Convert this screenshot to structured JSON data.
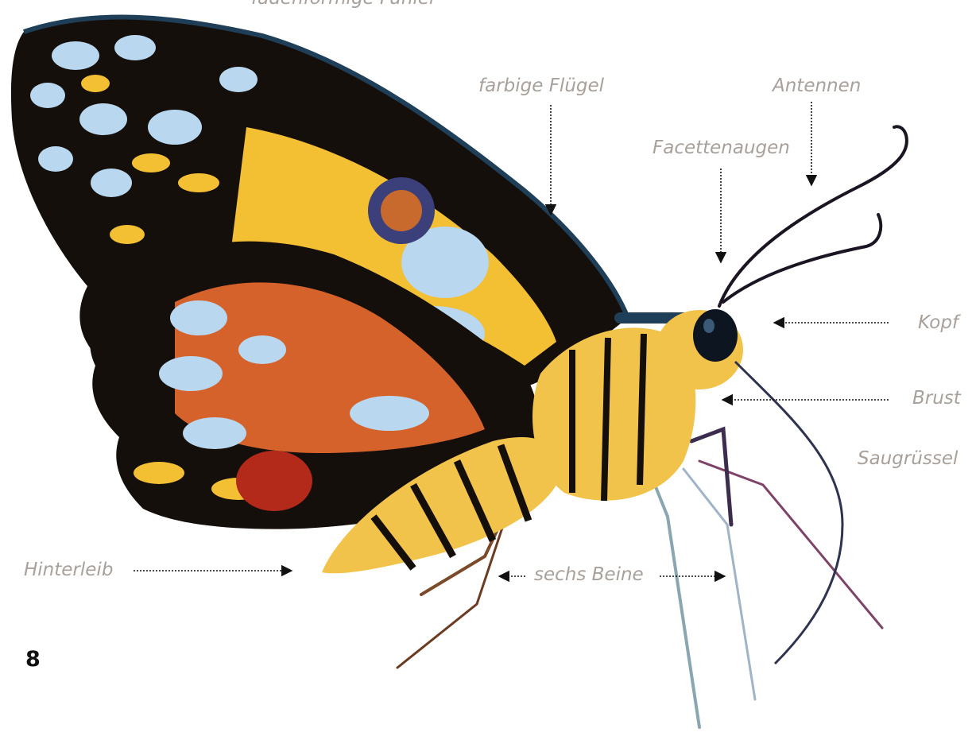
{
  "top_cutoff_text": "fadenförmige Fühler",
  "page_number": "8",
  "colors": {
    "label": "#a8a09a",
    "arrow": "#111111",
    "wing_black": "#150f0c",
    "wing_yellow": "#f3bf33",
    "wing_orange": "#d5622a",
    "wing_blue": "#b9d7ee",
    "wing_red": "#b32a1b",
    "body_yellow": "#f2c34a"
  },
  "labels": {
    "wings": "farbige Flügel",
    "antennae": "Antennen",
    "eyes": "Facettenaugen",
    "head": "Kopf",
    "thorax": "Brust",
    "proboscis": "Saugrüssel",
    "abdomen": "Hinterleib",
    "legs": "sechs Beine"
  }
}
